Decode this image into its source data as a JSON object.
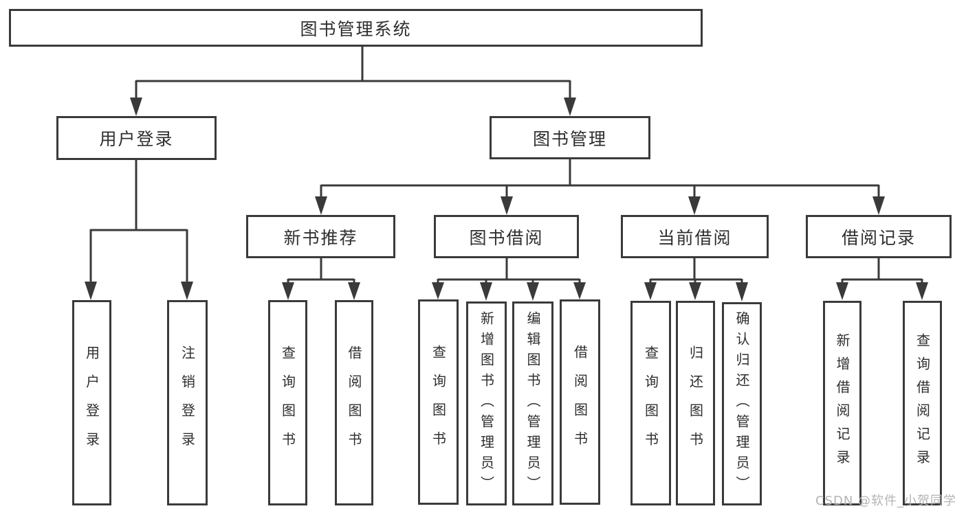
{
  "tree": {
    "root": "图书管理系统",
    "branches": [
      {
        "label": "用户登录",
        "children": [
          "用户登录",
          "注销登录"
        ]
      },
      {
        "label": "图书管理",
        "groups": [
          {
            "label": "新书推荐",
            "children": [
              "查询图书",
              "借阅图书"
            ]
          },
          {
            "label": "图书借阅",
            "children": [
              "查询图书",
              "新增图书（管理员）",
              "编辑图书（管理员）",
              "借阅图书"
            ]
          },
          {
            "label": "当前借阅",
            "children": [
              "查询图书",
              "归还图书",
              "确认归还（管理员）"
            ]
          },
          {
            "label": "借阅记录",
            "children": [
              "新增借阅记录",
              "查询借阅记录"
            ]
          }
        ]
      }
    ]
  },
  "watermark": {
    "text": "CSDN @软件_小贺同学"
  },
  "colors": {
    "line": "#3a3a3a",
    "text": "#2e2e2e",
    "watermark": "#b5b3b3",
    "background": "#ffffff"
  }
}
